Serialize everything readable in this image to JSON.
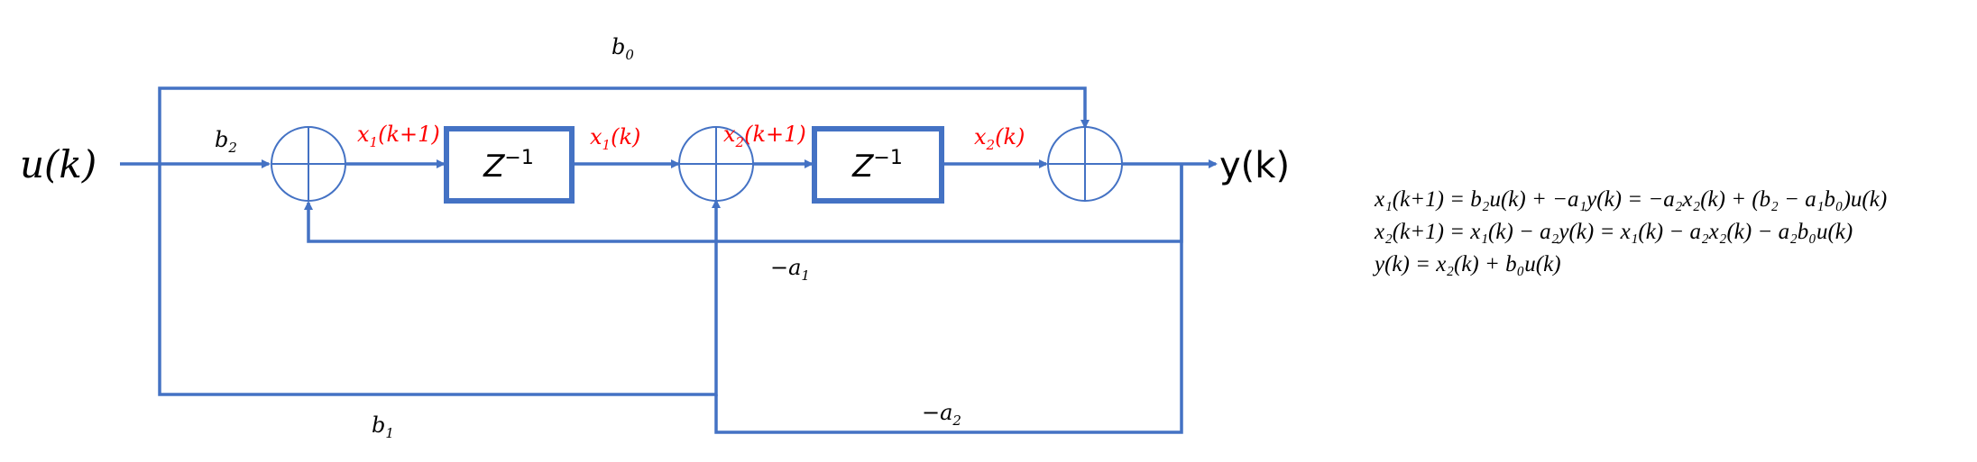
{
  "colors": {
    "wire": "#4472C4",
    "signal": "#FF0000",
    "text": "#000000"
  },
  "diagram": {
    "input_label": "u(k)",
    "output_label": "y(k)",
    "delay_block_1": {
      "base": "Z",
      "exponent": "−1"
    },
    "delay_block_2": {
      "base": "Z",
      "exponent": "−1"
    },
    "gain_b0": {
      "base": "b",
      "sub": "0"
    },
    "gain_b1": {
      "base": "b",
      "sub": "1"
    },
    "gain_b2": {
      "base": "b",
      "sub": "2"
    },
    "gain_a1": {
      "base": "−a",
      "sub": "1"
    },
    "gain_a2": {
      "base": "−a",
      "sub": "2"
    },
    "signal_x1_next": {
      "base": "x",
      "sub": "1",
      "arg": "(k+1)"
    },
    "signal_x1": {
      "base": "x",
      "sub": "1",
      "arg": "(k)"
    },
    "signal_x2_next": {
      "base": "x",
      "sub": "2",
      "arg": "(k+1)"
    },
    "signal_x2": {
      "base": "x",
      "sub": "2",
      "arg": "(k)"
    }
  },
  "equations": [
    "x₁(k+1) = b₂u(k) + −a₁y(k) = −a₂x₂(k) + (b₂ − a₁b₀)u(k)",
    "x₂(k+1) = x₁(k) − a₂y(k) = x₁(k) − a₂x₂(k) − a₂b₀u(k)",
    "y(k) = x₂(k) + b₀u(k)"
  ]
}
